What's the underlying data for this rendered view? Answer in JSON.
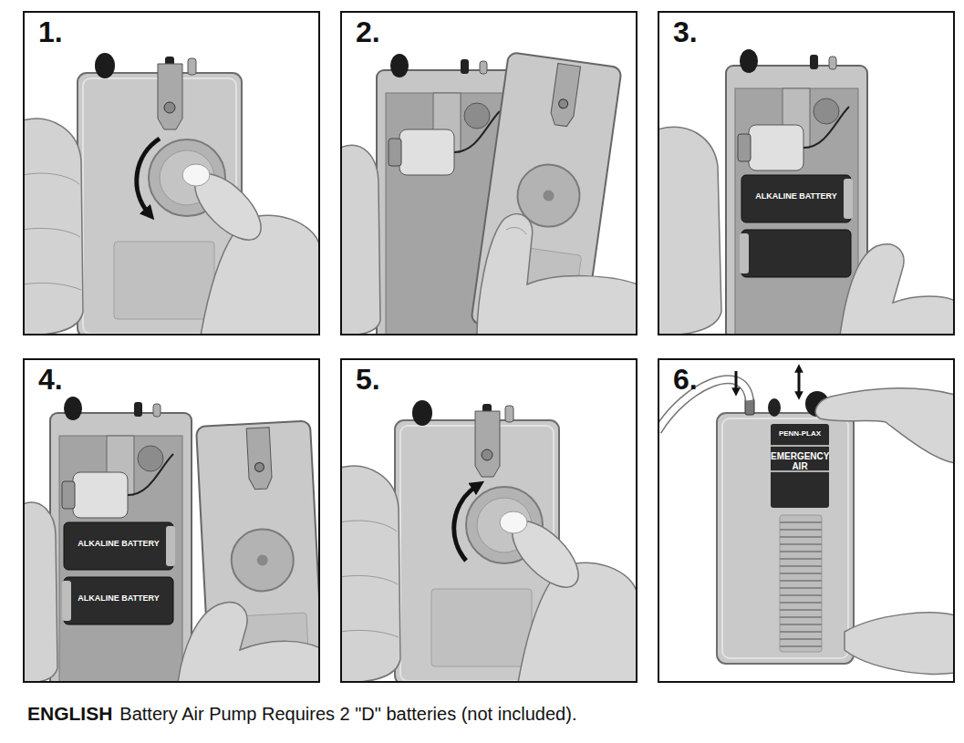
{
  "diagram": {
    "nodes": [
      {
        "text": [
          "1."
        ]
      },
      {
        "text": [
          "2."
        ]
      },
      {
        "text": [
          "3."
        ]
      },
      {
        "text": [
          "4."
        ]
      },
      {
        "text": [
          "5."
        ]
      },
      {
        "text": [
          "6."
        ]
      }
    ],
    "labels": [
      "ALKALINE BATTERY",
      "ALKALINE BATTERY",
      "ALKALINE BATTERY",
      "PENN-PLAX",
      "EMERGENCY AIR",
      "ENGLISH",
      "Battery Air Pump Requires 2 \"D\" batteries (not included)."
    ]
  }
}
